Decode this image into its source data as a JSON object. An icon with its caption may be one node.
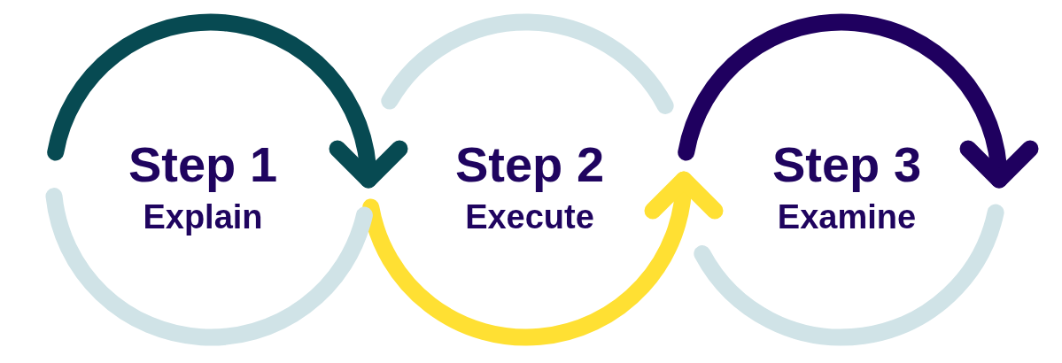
{
  "diagram": {
    "nodes": [
      {
        "text": [
          "Step 1",
          "Explain"
        ]
      },
      {
        "text": [
          "Step 2",
          "Execute"
        ]
      },
      {
        "text": [
          "Step 3",
          "Examine"
        ]
      }
    ],
    "edges": [
      {
        "from": 0,
        "to": 1,
        "arrow": "to",
        "color": "#074a52"
      },
      {
        "from": 1,
        "to": 2,
        "arrow": "to",
        "color": "#ffe033"
      },
      {
        "from": 2,
        "to": 2,
        "arrow": "to",
        "color": "#1f005f"
      }
    ]
  }
}
